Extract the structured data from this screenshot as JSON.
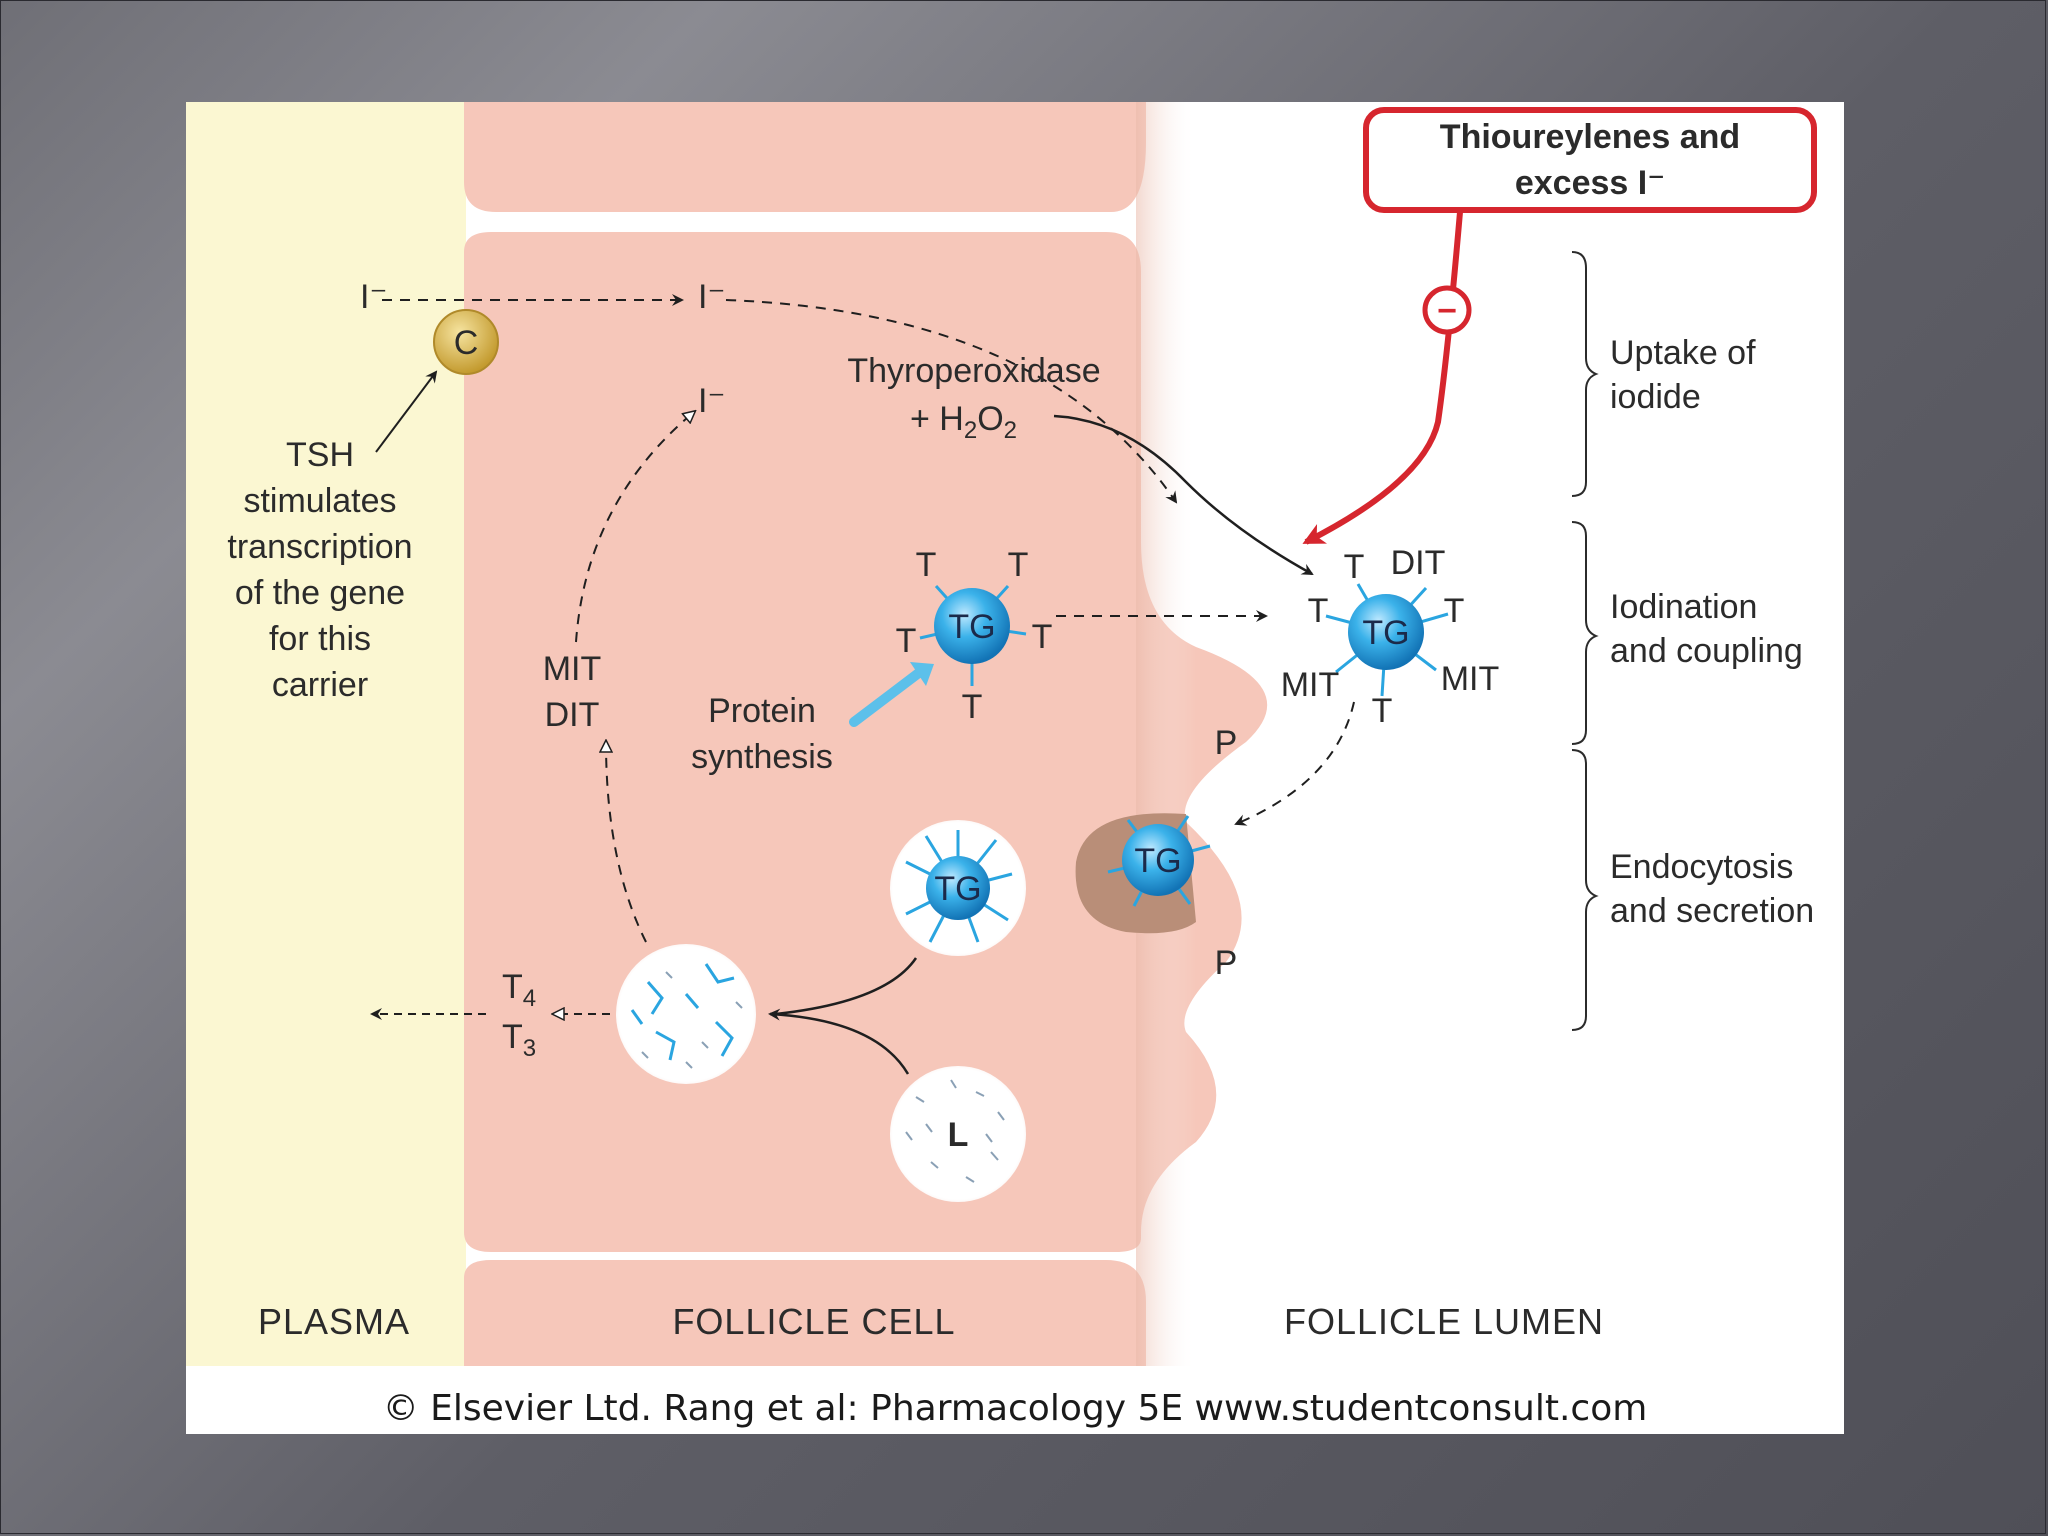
{
  "regions": {
    "plasma": "PLASMA",
    "follicle_cell": "FOLLICLE CELL",
    "follicle_lumen": "FOLLICLE LUMEN"
  },
  "inhibitor": {
    "line1": "Thioureylenes and",
    "line2": "excess I⁻",
    "symbol": "−"
  },
  "iodide": {
    "plasma": "I⁻",
    "cell_top": "I⁻",
    "recycled": "I⁻"
  },
  "carrier": {
    "label": "C",
    "note": [
      "TSH",
      "stimulates",
      "transcription",
      "of the gene",
      "for this",
      "carrier"
    ]
  },
  "enzyme": {
    "line1": "Thyroperoxidase",
    "line2_prefix": "+ H",
    "line2_sub1": "2",
    "line2_mid": "O",
    "line2_sub2": "2"
  },
  "thyroglobulin": {
    "label": "TG",
    "tyrosine": "T",
    "mit": "MIT",
    "dit": "DIT"
  },
  "protein_synthesis": [
    "Protein",
    "synthesis"
  ],
  "recycle_products": [
    "MIT",
    "DIT"
  ],
  "secreted": {
    "t4": "T",
    "t4_sub": "4",
    "t3": "T",
    "t3_sub": "3"
  },
  "lysosome": "L",
  "pseudopod": "P",
  "stages": [
    "Uptake of",
    "iodide",
    "Iodination",
    "and coupling",
    "Endocytosis",
    "and secretion"
  ],
  "caption": "© Elsevier Ltd. Rang et al: Pharmacology 5E www.studentconsult.com",
  "colors": {
    "plasma": "#fbf7d2",
    "cell": "#f6c7ba",
    "inhibitor_red": "#d6262e",
    "tg_blue": "#2aa5e0",
    "carrier_gold": "#d7b14a"
  }
}
